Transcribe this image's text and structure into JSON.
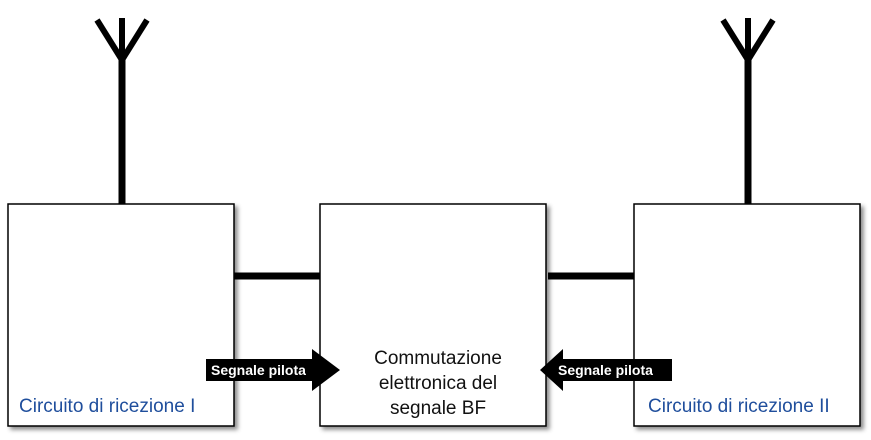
{
  "blocks": {
    "left": {
      "label": "Circuito di ricezione I"
    },
    "center": {
      "lines": [
        "Commutazione",
        "elettronica del",
        "segnale BF"
      ]
    },
    "right": {
      "label": "Circuito di ricezione II"
    }
  },
  "signals": {
    "left_arrow": "Segnale pilota",
    "right_arrow": "Segnale pilota"
  },
  "icons": {
    "antenna": "antenna-icon"
  }
}
